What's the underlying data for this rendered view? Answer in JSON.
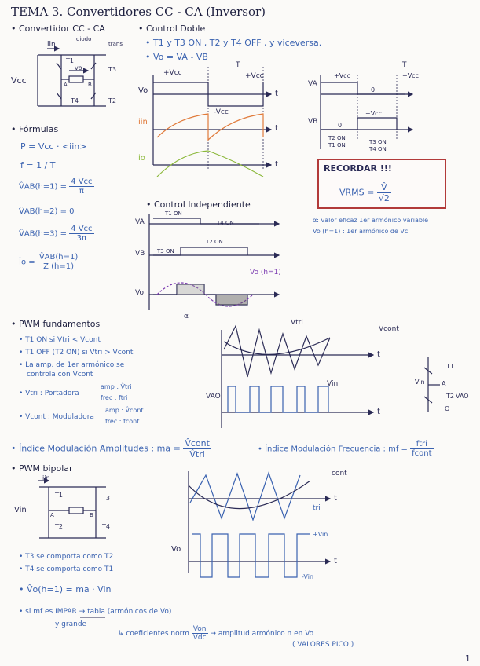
{
  "title": "TEMA 3. Convertidores CC - CA (Inversor)",
  "sec": {
    "conv": "• Convertidor CC - CA",
    "ctrl_doble": "• Control Doble",
    "formulas": "• Fórmulas",
    "ctrl_indep": "• Control Independiente",
    "pwm": "• PWM fundamentos",
    "pwm_bip": "• PWM bipolar"
  },
  "circuit": {
    "vcc": "Vcc",
    "iin": "iin",
    "t1": "T1",
    "t2": "T2",
    "t3": "T3",
    "t4": "T4",
    "vo": "vo",
    "a": "A",
    "b": "B",
    "diodo_label": "diodo",
    "trans_label": "trans"
  },
  "ctrl_doble": {
    "line1": "• T1 y T3 ON , T2 y T4 OFF , y viceversa.",
    "line2": "• Vo = VA - VB",
    "vo": "Vo",
    "iin": "iin",
    "io": "io",
    "pvcc": "+Vcc",
    "nvcc": "-Vcc",
    "T": "T",
    "t": "t",
    "va": "VA",
    "vb": "VB",
    "zero": "0",
    "t2on": "T2 ON",
    "t1on": "T1 ON",
    "t3on": "T3 ON",
    "t4on": "T4 ON"
  },
  "formulas": {
    "p": "P = Vcc · <iin>",
    "f": "f = 1 / T",
    "vab1_l": "V̂AB(h=1) =",
    "vab1_n": "4 Vcc",
    "vab1_d": "π",
    "vab2": "V̂AB(h=2) = 0",
    "vab3_l": "V̂AB(h=3) =",
    "vab3_n": "4 Vcc",
    "vab3_d": "3π",
    "io_l": "Îo =",
    "io_n": "V̂AB(h=1)",
    "io_d": "Z (h=1)"
  },
  "recordar": {
    "title": "RECORDAR !!!",
    "lhs": "VRMS =",
    "num": "V̂",
    "den": "√2"
  },
  "alpha_note": {
    "l1": "α: valor eficaz 1er armónico variable",
    "l2": "Vo (h=1) : 1er armónico de Vc"
  },
  "indep": {
    "va": "VA",
    "vb": "VB",
    "vo": "Vo",
    "t1on": "T1 ON",
    "t4on": "T4 ON",
    "t3on": "T3 ON",
    "t2on": "T2 ON",
    "vo_h1": "Vo (h=1)",
    "alpha": "α"
  },
  "pwm": {
    "b1": "• T1 ON si Vtri < Vcont",
    "b2": "• T1 OFF (T2 ON) si Vtri > Vcont",
    "b3a": "• La amp. de 1er armónico se",
    "b3b": "controla con Vcont",
    "b4": "• Vtri : Portadora",
    "b4a": "amp : V̂tri",
    "b4b": "frec : ftri",
    "b5": "• Vcont : Moduladora",
    "b5a": "amp : V̂cont",
    "b5b": "frec : fcont",
    "vtri": "Vtri",
    "vcont": "Vcont",
    "vao": "VAO",
    "vin": "Vin",
    "t": "t",
    "vin_s": "Vin",
    "t1": "T1",
    "t2": "T2",
    "a": "A",
    "vao_s": "VAO",
    "o": "O"
  },
  "indices": {
    "ma_t": "• Índice Modulación Amplitudes :",
    "ma_l": "ma =",
    "ma_n": "V̂cont",
    "ma_d": "V̂tri",
    "mf_t": "• Índice Modulación Frecuencia :",
    "mf_l": "mf =",
    "mf_n": "ftri",
    "mf_d": "fcont"
  },
  "bip": {
    "iin": "iin",
    "vin": "Vin",
    "t1": "T1",
    "t2": "T2",
    "t3": "T3",
    "t4": "T4",
    "a": "A",
    "b": "B",
    "l1": "• T3 se comporta como T2",
    "l2": "• T4 se comporta como T1",
    "l3": "• V̂o(h=1) = ma · Vin",
    "l4a": "• si mf es",
    "l4u": "IMPAR",
    "l4b": "→ tabla (armónicos de Vo)",
    "l4c": "y grande",
    "l4d": "↳ coeficientes norm",
    "l4n": "Von",
    "l4dd": "Vdc",
    "l4e": "→ amplitud armónico n en Vo",
    "l4f": "( VALORES PICO )",
    "cont": "cont",
    "tri": "tri",
    "vo": "Vo",
    "pvin": "+Vin",
    "nvin": "-Vin",
    "t": "t"
  },
  "page_num": "1"
}
